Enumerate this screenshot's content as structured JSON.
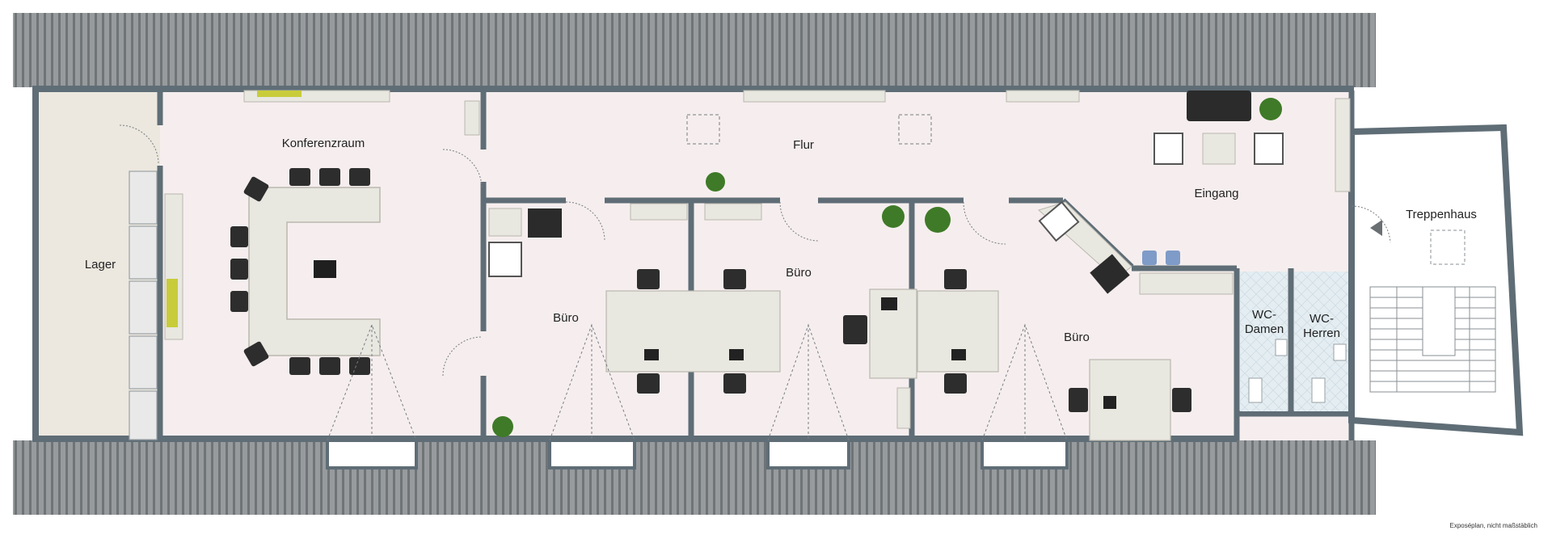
{
  "rooms": {
    "lager": "Lager",
    "konferenzraum": "Konferenzraum",
    "flur": "Flur",
    "eingang": "Eingang",
    "treppenhaus": "Treppenhaus",
    "buero_left": "Büro",
    "buero_middle": "Büro",
    "buero_right": "Büro",
    "wc_damen_1": "WC-",
    "wc_damen_2": "Damen",
    "wc_herren_1": "WC-",
    "wc_herren_2": "Herren"
  },
  "footer": {
    "note": "Exposéplan, nicht maßstäblich"
  },
  "colors": {
    "roof": "#8f9396",
    "roof_line": "#6f7477",
    "floor": "#f6eeee",
    "lager_floor": "#ece8df",
    "wall": "#5f6d76",
    "wc_floor": "#dfe9ef",
    "furniture": "#e8e7e0",
    "dark": "#262626"
  }
}
